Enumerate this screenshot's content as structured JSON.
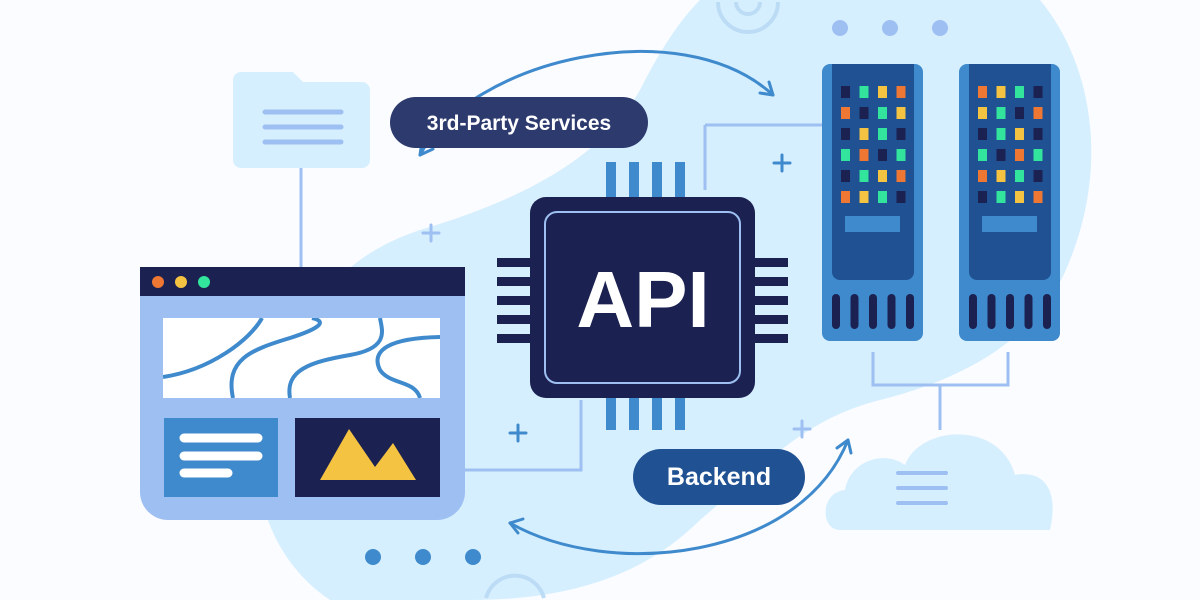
{
  "labels": {
    "third_party": "3rd-Party Services",
    "api": "API",
    "backend": "Backend"
  },
  "colors": {
    "navy": "#1b2150",
    "blue": "#3f8acd",
    "dark_blue": "#205192",
    "light_blue": "#9ebff2",
    "background_blob": "#d6efff",
    "orange": "#ee7733",
    "yellow": "#f5c342",
    "green": "#33e49c",
    "bubble": "#2d3a6e"
  },
  "servers": [
    {
      "leds": [
        [
          "navy",
          "green",
          "yellow",
          "orange"
        ],
        [
          "orange",
          "navy",
          "green",
          "yellow"
        ],
        [
          "navy",
          "yellow",
          "green",
          "navy"
        ],
        [
          "green",
          "orange",
          "navy",
          "green"
        ],
        [
          "navy",
          "green",
          "yellow",
          "orange"
        ],
        [
          "orange",
          "yellow",
          "green",
          "navy"
        ]
      ]
    },
    {
      "leds": [
        [
          "orange",
          "yellow",
          "green",
          "navy"
        ],
        [
          "yellow",
          "green",
          "navy",
          "orange"
        ],
        [
          "navy",
          "green",
          "yellow",
          "navy"
        ],
        [
          "green",
          "navy",
          "orange",
          "green"
        ],
        [
          "orange",
          "yellow",
          "green",
          "navy"
        ],
        [
          "navy",
          "green",
          "yellow",
          "orange"
        ]
      ]
    }
  ]
}
